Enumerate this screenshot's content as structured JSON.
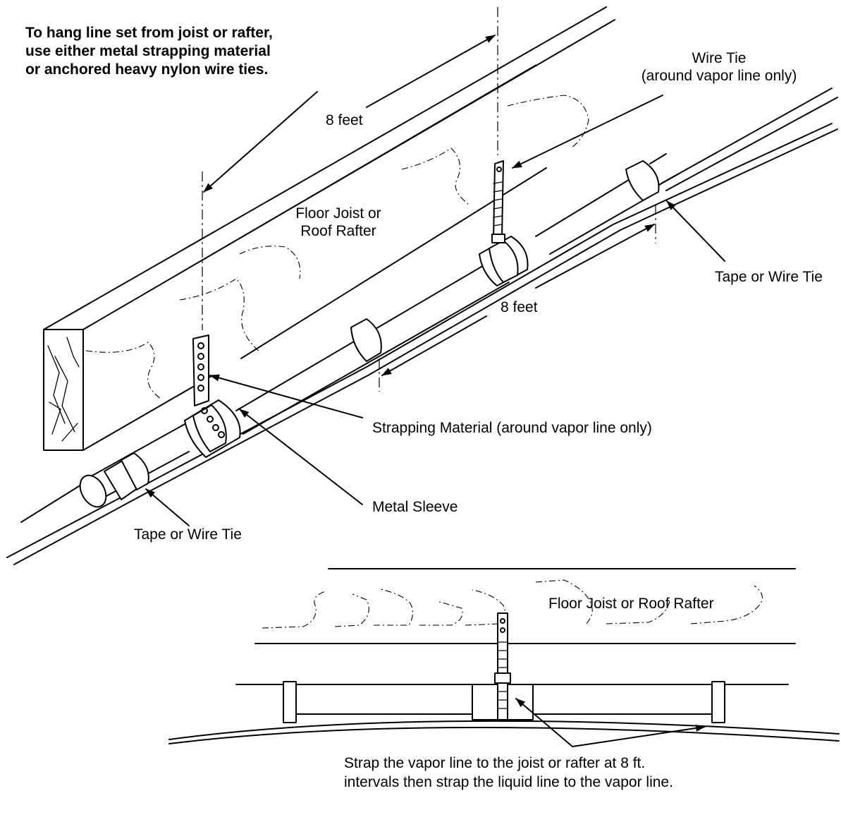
{
  "heading": {
    "line1": "To hang line set from joist or rafter,",
    "line2": "use either metal strapping material",
    "line3": "or anchored heavy nylon wire ties."
  },
  "labels": {
    "eight_feet_top": "8  feet",
    "eight_feet_right": "8  feet",
    "floor_joist_line1": "Floor Joist or",
    "floor_joist_line2": "Roof Rafter",
    "wire_tie_line1": "Wire Tie",
    "wire_tie_line2": "(around vapor line only)",
    "tape_wire_tie_right": "Tape or Wire Tie",
    "tape_wire_tie_left": "Tape or Wire Tie",
    "strapping_material": "Strapping Material (around vapor line only)",
    "metal_sleeve": "Metal Sleeve",
    "floor_joist_bottom": "Floor Joist or Roof Rafter",
    "caption_line1": "Strap the vapor line to the joist or rafter at 8 ft.",
    "caption_line2": "intervals then strap the liquid line to the vapor line."
  }
}
